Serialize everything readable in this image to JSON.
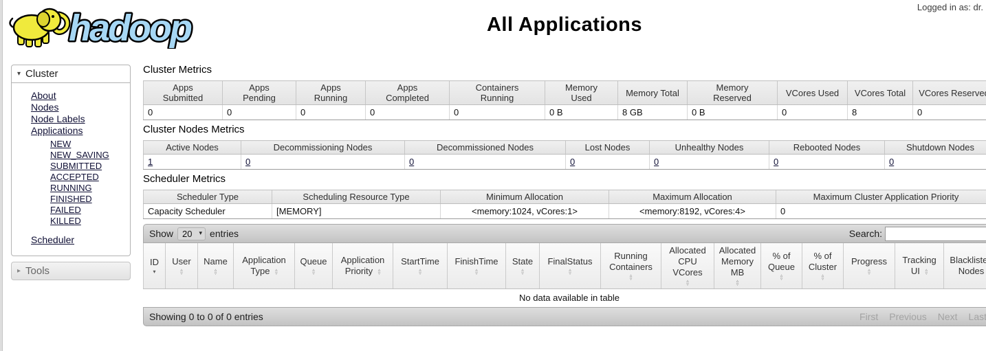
{
  "header": {
    "logo_text": "hadoop",
    "title": "All Applications",
    "logged_in": "Logged in as: dr."
  },
  "sidebar": {
    "cluster": {
      "label": "Cluster",
      "links": [
        "About",
        "Nodes",
        "Node Labels",
        "Applications"
      ],
      "app_states": [
        "NEW",
        "NEW_SAVING",
        "SUBMITTED",
        "ACCEPTED",
        "RUNNING",
        "FINISHED",
        "FAILED",
        "KILLED"
      ],
      "scheduler_link": "Scheduler"
    },
    "tools": {
      "label": "Tools"
    }
  },
  "cluster_metrics": {
    "heading": "Cluster Metrics",
    "columns": [
      "Apps Submitted",
      "Apps Pending",
      "Apps Running",
      "Apps Completed",
      "Containers Running",
      "Memory Used",
      "Memory Total",
      "Memory Reserved",
      "VCores Used",
      "VCores Total",
      "VCores Reserved"
    ],
    "values": [
      "0",
      "0",
      "0",
      "0",
      "0",
      "0 B",
      "8 GB",
      "0 B",
      "0",
      "8",
      "0"
    ]
  },
  "cluster_nodes_metrics": {
    "heading": "Cluster Nodes Metrics",
    "columns": [
      "Active Nodes",
      "Decommissioning Nodes",
      "Decommissioned Nodes",
      "Lost Nodes",
      "Unhealthy Nodes",
      "Rebooted Nodes",
      "Shutdown Nodes"
    ],
    "values": [
      "1",
      "0",
      "0",
      "0",
      "0",
      "0",
      "0"
    ]
  },
  "scheduler_metrics": {
    "heading": "Scheduler Metrics",
    "columns": [
      "Scheduler Type",
      "Scheduling Resource Type",
      "Minimum Allocation",
      "Maximum Allocation",
      "Maximum Cluster Application Priority"
    ],
    "values": [
      "Capacity Scheduler",
      "[MEMORY]",
      "<memory:1024, vCores:1>",
      "<memory:8192, vCores:4>",
      "0"
    ]
  },
  "apps_table": {
    "show_label": "Show",
    "page_size": "20",
    "entries_label": "entries",
    "search_label": "Search:",
    "search_value": "",
    "columns": [
      "ID",
      "User",
      "Name",
      "Application Type",
      "Queue",
      "Application Priority",
      "StartTime",
      "FinishTime",
      "State",
      "FinalStatus",
      "Running Containers",
      "Allocated CPU VCores",
      "Allocated Memory MB",
      "% of Queue",
      "% of Cluster",
      "Progress",
      "Tracking UI",
      "Blacklisted Nodes"
    ],
    "sorted_column": "ID",
    "sort_direction": "descending",
    "empty_text": "No data available in table",
    "footer_info": "Showing 0 to 0 of 0 entries",
    "pagination": [
      "First",
      "Previous",
      "Next",
      "Last"
    ]
  }
}
